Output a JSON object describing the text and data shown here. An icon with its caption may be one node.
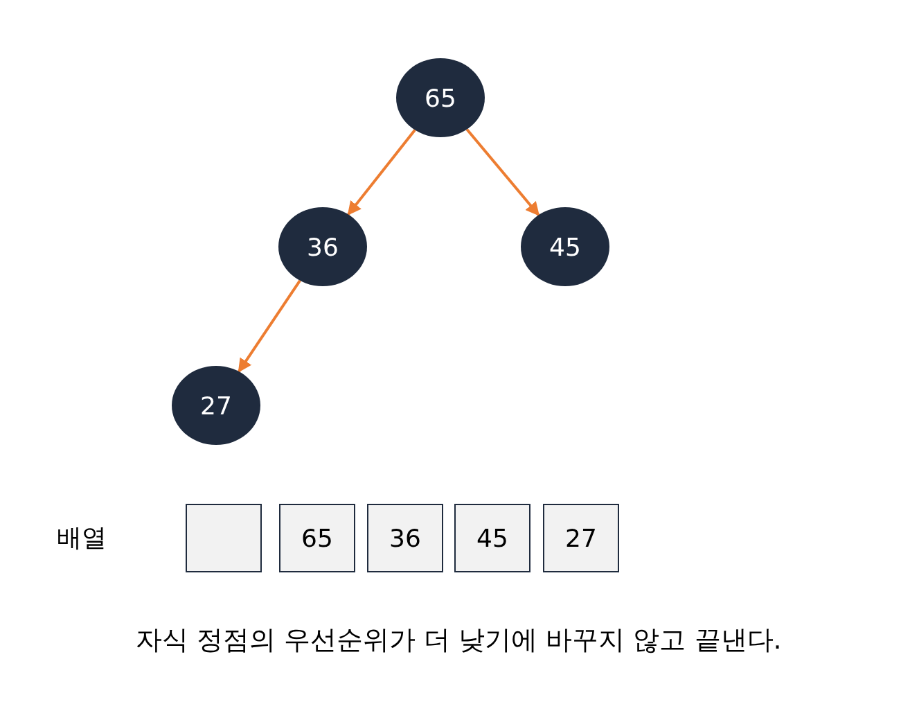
{
  "diagram": {
    "caption": "자식 정점의 우선순위가 더 낮기에 바꾸지 않고 끝낸다.",
    "nodes": [
      {
        "text": [
          "65"
        ]
      },
      {
        "text": [
          "36"
        ]
      },
      {
        "text": [
          "45"
        ]
      },
      {
        "text": [
          "27"
        ]
      },
      {
        "text": [],
        "shape": "box"
      },
      {
        "text": [
          "65"
        ]
      },
      {
        "text": [
          "36"
        ]
      },
      {
        "text": [
          "45"
        ]
      },
      {
        "text": [
          "27"
        ]
      }
    ],
    "edges": [
      {
        "from": 0,
        "to": 1,
        "arrow": "to"
      },
      {
        "from": 0,
        "to": 2,
        "arrow": "to"
      },
      {
        "from": 1,
        "to": 3,
        "arrow": "to"
      }
    ],
    "labels": [
      "배열"
    ]
  }
}
